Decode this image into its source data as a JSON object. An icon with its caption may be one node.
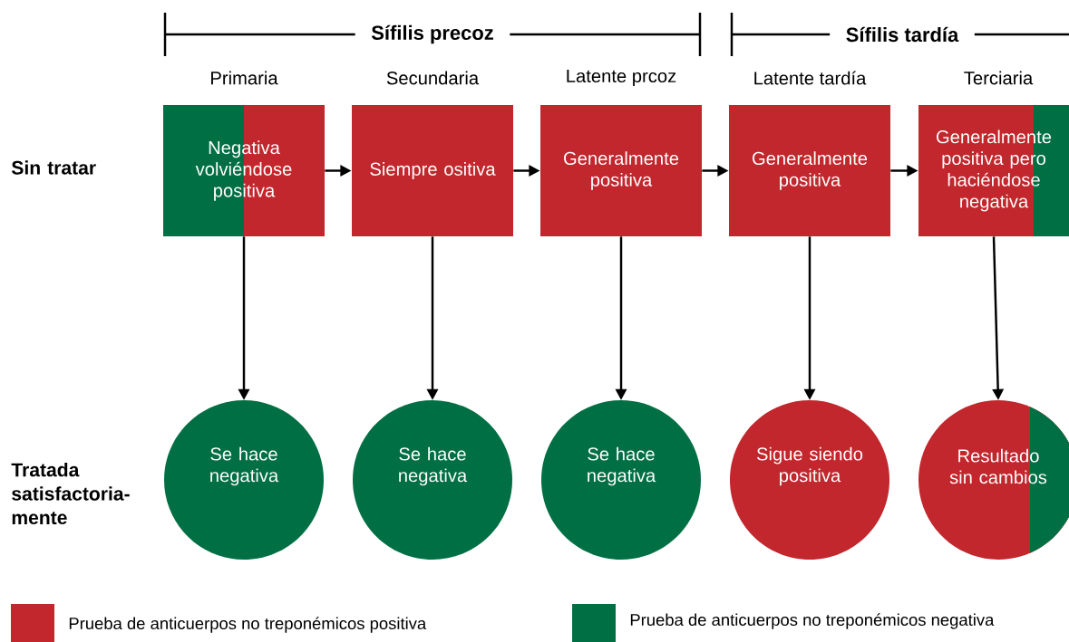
{
  "diagram": {
    "nodes": [
      {
        "text": [
          "Negativa volviéndose positiva"
        ]
      },
      {
        "text": [
          "Siempre ositiva"
        ]
      },
      {
        "text": [
          "Generalmente positiva"
        ]
      },
      {
        "text": [
          "Generalmente positiva"
        ]
      },
      {
        "text": [
          "Generalmente positiva pero haciéndose negativa"
        ]
      },
      {
        "text": [
          "Se hace negativa"
        ]
      },
      {
        "text": [
          "Se hace negativa"
        ]
      },
      {
        "text": [
          "Se hace negativa"
        ]
      },
      {
        "text": [
          "Sigue siendo positiva"
        ]
      },
      {
        "text": [
          "Resultado sin cambios"
        ]
      }
    ],
    "edges": [
      {
        "from": 0,
        "to": 1,
        "arrow": "to"
      },
      {
        "from": 1,
        "to": 2,
        "arrow": "to"
      },
      {
        "from": 2,
        "to": 3,
        "arrow": "to"
      },
      {
        "from": 3,
        "to": 4,
        "arrow": "to"
      },
      {
        "from": 0,
        "to": 5,
        "arrow": "to"
      },
      {
        "from": 1,
        "to": 6,
        "arrow": "to"
      },
      {
        "from": 2,
        "to": 7,
        "arrow": "to"
      },
      {
        "from": 3,
        "to": 8,
        "arrow": "to"
      },
      {
        "from": 4,
        "to": 9,
        "arrow": "to"
      }
    ],
    "labels": [
      "Sífilis precoz",
      "Sífilis tardía",
      "Primaria",
      "Secundaria",
      "Latente prcoz",
      "Latente tardía",
      "Terciaria",
      "Sin tratar",
      "Tratada satisfactoria- mente"
    ],
    "legend": [
      {
        "text": "Prueba de anticuerpos no treponémicos positiva",
        "color": "#c1272d"
      },
      {
        "text": "Prueba de anticuerpos no treponémicos negativa",
        "color": "#006f44"
      }
    ]
  }
}
